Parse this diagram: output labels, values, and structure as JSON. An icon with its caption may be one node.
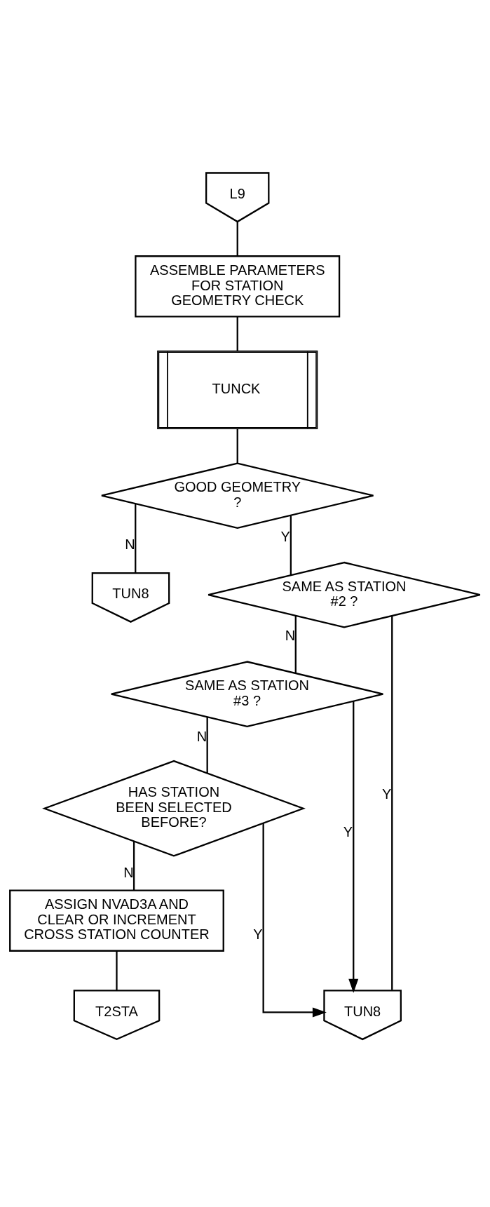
{
  "diagram": {
    "nodes": [
      {
        "text": [
          "L9"
        ]
      },
      {
        "text": [
          "ASSEMBLE PARAMETERS FOR STATION GEOMETRY CHECK"
        ]
      },
      {
        "text": [
          "TUNCK"
        ]
      },
      {
        "text": [
          "GOOD GEOMETRY ?"
        ]
      },
      {
        "text": [
          "TUN8"
        ]
      },
      {
        "text": [
          "SAME AS STATION #2 ?"
        ]
      },
      {
        "text": [
          "SAME AS STATION #3 ?"
        ]
      },
      {
        "text": [
          "HAS STATION BEEN SELECTED BEFORE?"
        ]
      },
      {
        "text": [
          "ASSIGN NVAD3A AND CLEAR OR INCREMENT CROSS STATION COUNTER"
        ]
      },
      {
        "text": [
          "TUN8"
        ]
      },
      {
        "text": [
          "T2STA"
        ]
      }
    ],
    "edges": [
      {
        "from": 0,
        "to": 1,
        "arrow": "none"
      },
      {
        "from": 1,
        "to": 2,
        "arrow": "none"
      },
      {
        "from": 2,
        "to": 3,
        "arrow": "none"
      },
      {
        "from": 3,
        "to": 5,
        "label": "Y",
        "arrow": "none"
      },
      {
        "from": 3,
        "to": 4,
        "label": "N",
        "arrow": "none"
      },
      {
        "from": 5,
        "to": 9,
        "label": "Y",
        "arrow": "none"
      },
      {
        "from": 5,
        "to": 6,
        "label": "N",
        "arrow": "none"
      },
      {
        "from": 6,
        "to": 9,
        "label": "Y",
        "arrow": "to"
      },
      {
        "from": 6,
        "to": 7,
        "label": "N",
        "arrow": "none"
      },
      {
        "from": 7,
        "to": 9,
        "label": "Y",
        "arrow": "to"
      },
      {
        "from": 7,
        "to": 8,
        "label": "N",
        "arrow": "none"
      },
      {
        "from": 8,
        "to": 10,
        "arrow": "none"
      }
    ]
  }
}
